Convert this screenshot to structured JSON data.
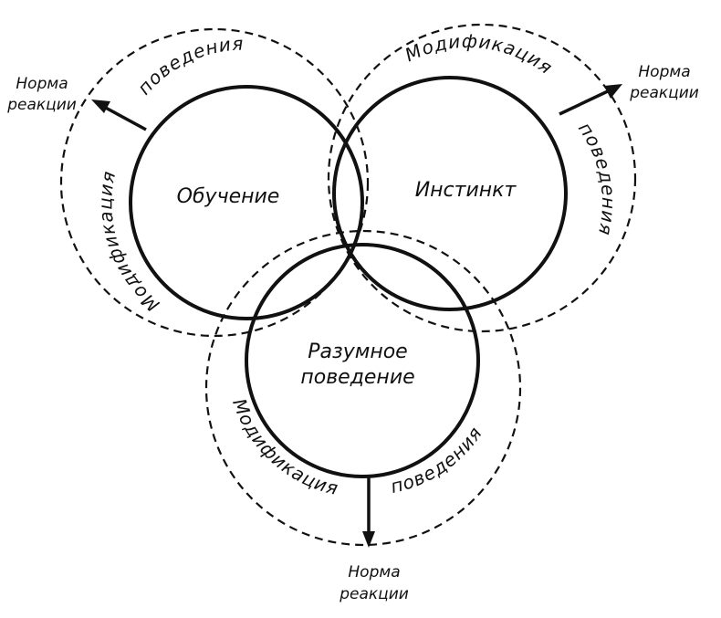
{
  "labels": {
    "learning": "Обучение",
    "instinct": "Инстинкт",
    "reason_line1": "Разумное",
    "reason_line2": "поведение"
  },
  "arcs": {
    "left_top": "поведения",
    "left_side": "Модификация",
    "right_top": "Модификация",
    "right_side": "поведения",
    "bottom_left": "Модификация",
    "bottom_right": "поведения"
  },
  "norm": {
    "left_line1": "Норма",
    "left_line2": "реакции",
    "right_line1": "Норма",
    "right_line2": "реакции",
    "bottom_line1": "Норма",
    "bottom_line2": "реакции"
  }
}
